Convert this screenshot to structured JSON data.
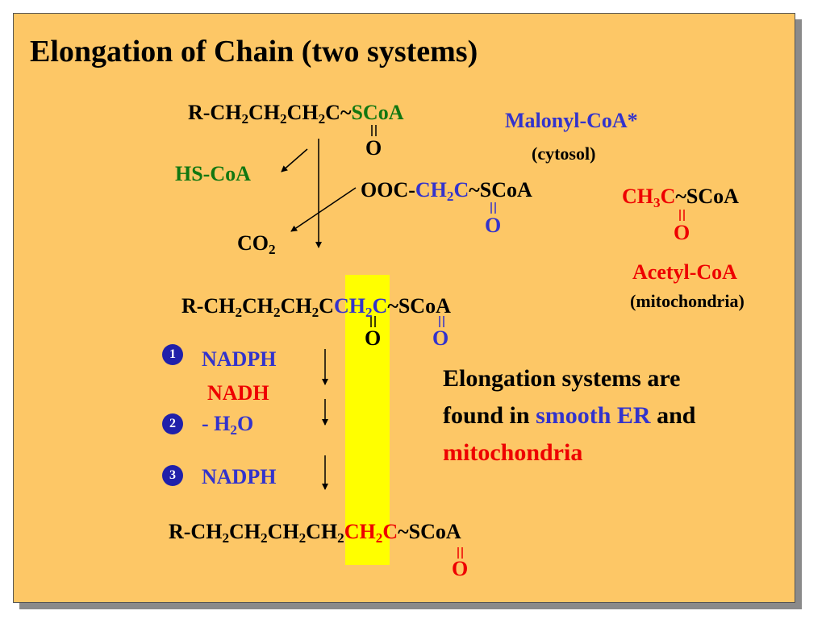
{
  "title": "Elongation of Chain (two systems)",
  "formula1": {
    "prefix": "R-CH",
    "sub1": "2",
    "ch2": "CH",
    "sub2": "2",
    "ch3": "CH",
    "sub3": "2",
    "c": "C~",
    "scoa": "SCoA",
    "o": "O"
  },
  "malonyl": {
    "name": "Malonyl-CoA*",
    "location": "(cytosol)",
    "ooc": "OOC-",
    "ch": "CH",
    "sub": "2",
    "c": "C",
    "scoa": "~SCoA",
    "o": "O"
  },
  "acetyl": {
    "ch": "CH",
    "sub": "3",
    "c": "C",
    "scoa": "~SCoA",
    "o": "O",
    "name": "Acetyl-CoA",
    "location": "(mitochondria)"
  },
  "hscoa": "HS-CoA",
  "co2": {
    "text": "CO",
    "sub": "2"
  },
  "formula2": {
    "prefix": "R-CH",
    "sub1": "2",
    "ch2": "CH",
    "sub2": "2",
    "ch3": "CH",
    "sub3": "2",
    "c1": "C",
    "ch4": "CH",
    "sub4": "2",
    "c2": "C",
    "scoa": "~SCoA",
    "o1": "O",
    "o2": "O"
  },
  "steps": [
    {
      "num": "1",
      "label": "NADPH",
      "alt": "NADH"
    },
    {
      "num": "2",
      "prefix": "- H",
      "sub": "2",
      "suffix": "O"
    },
    {
      "num": "3",
      "label": "NADPH"
    }
  ],
  "note": {
    "line1": "Elongation systems are",
    "line2a": "found in ",
    "line2b": "smooth ER",
    "line2c": " and",
    "line3": "mitochondria"
  },
  "formula3": {
    "prefix": "R-CH",
    "sub1": "2",
    "ch2": "CH",
    "sub2": "2",
    "ch3": "CH",
    "sub3": "2",
    "ch4": "CH",
    "sub4": "2",
    "ch5": "CH",
    "sub5": "2",
    "c": "C",
    "scoa": "~SCoA",
    "o": "O"
  },
  "colors": {
    "background": "#fdc766",
    "highlight": "#ffff00",
    "blue": "#3333cc",
    "red": "#ee0000",
    "green": "#117711",
    "badge": "#2020aa"
  }
}
